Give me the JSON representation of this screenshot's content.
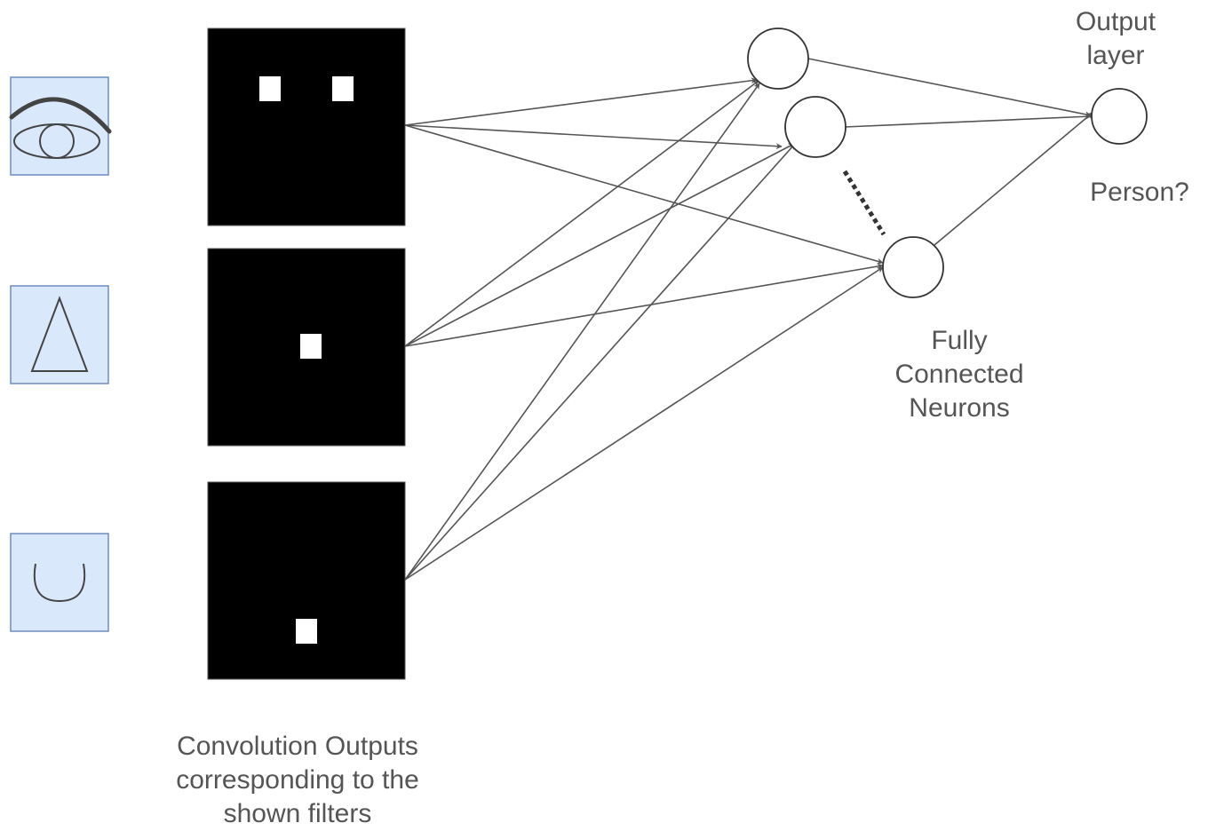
{
  "filters": [
    {
      "name": "eye-filter-icon"
    },
    {
      "name": "triangle-filter-icon"
    },
    {
      "name": "smile-curve-filter-icon"
    }
  ],
  "conv_outputs_label": [
    "Convolution Outputs",
    "corresponding to the",
    "shown filters"
  ],
  "fc_label": [
    "Fully",
    "Connected",
    "Neurons"
  ],
  "output_label": [
    "Output",
    "layer"
  ],
  "output_question": "Person?",
  "colors": {
    "filter_bg": "#dae8fc",
    "filter_border": "#6c8ebf",
    "feature_map": "#000000",
    "activation": "#ffffff",
    "line": "#555555",
    "text": "#555555"
  }
}
